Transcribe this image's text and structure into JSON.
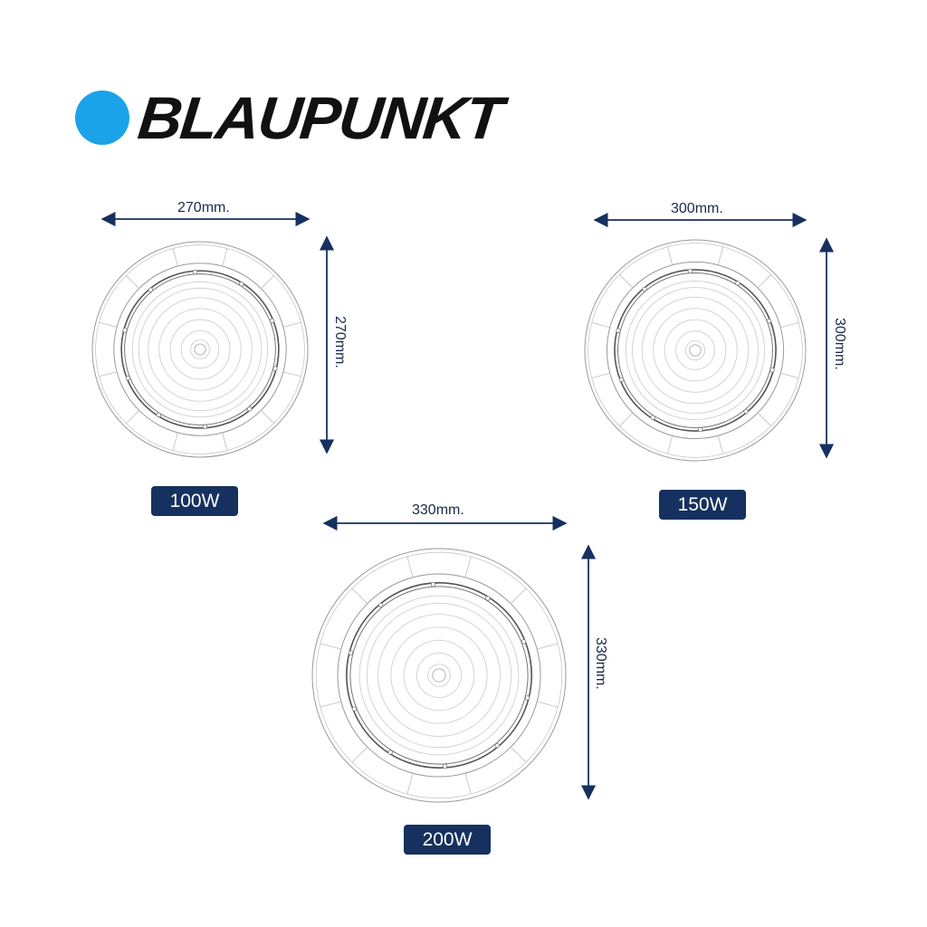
{
  "brand": {
    "name": "BLAUPUNKT",
    "logo_icon": "blue-dot-icon",
    "dot_color": "#1aa3e8",
    "text_color": "#111111"
  },
  "accent_color": "#16315f",
  "products": [
    {
      "wattage": "100W",
      "width_label": "270mm.",
      "height_label": "270mm."
    },
    {
      "wattage": "150W",
      "width_label": "300mm.",
      "height_label": "300mm."
    },
    {
      "wattage": "200W",
      "width_label": "330mm.",
      "height_label": "330mm."
    }
  ]
}
